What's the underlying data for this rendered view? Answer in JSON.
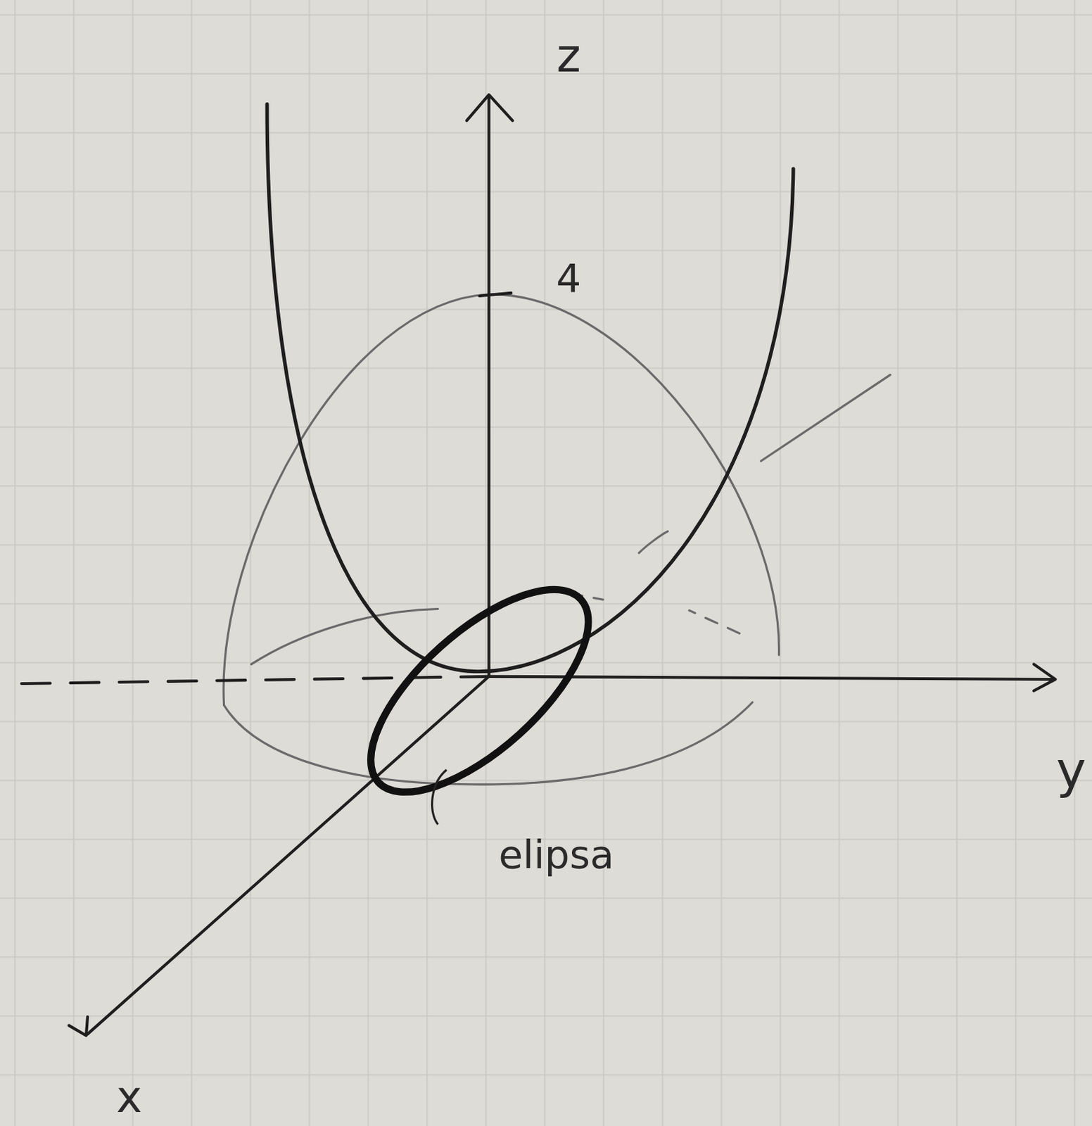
{
  "diagram": {
    "labels": [
      "z",
      "4",
      "y",
      "elipsa",
      "x"
    ]
  }
}
